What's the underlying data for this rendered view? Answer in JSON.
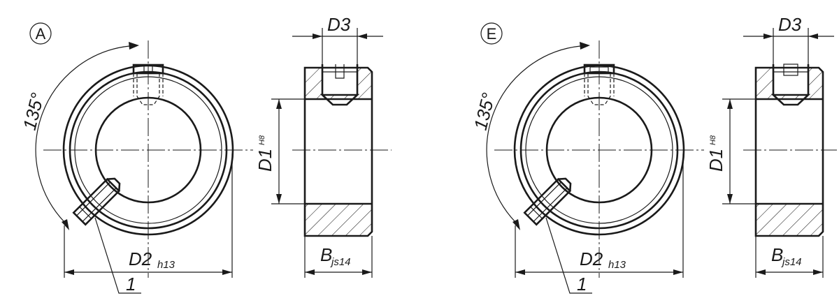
{
  "views": [
    {
      "variant": "A",
      "angle": "135°",
      "d2": "D2",
      "d2_tol": "h13",
      "item": "1",
      "d1": "D1",
      "d1_tol": "H8",
      "d3": "D3",
      "b": "B",
      "b_tol": "js14"
    },
    {
      "variant": "E",
      "angle": "135°",
      "d2": "D2",
      "d2_tol": "h13",
      "item": "1",
      "d1": "D1",
      "d1_tol": "H8",
      "d3": "D3",
      "b": "B",
      "b_tol": "js14"
    }
  ]
}
